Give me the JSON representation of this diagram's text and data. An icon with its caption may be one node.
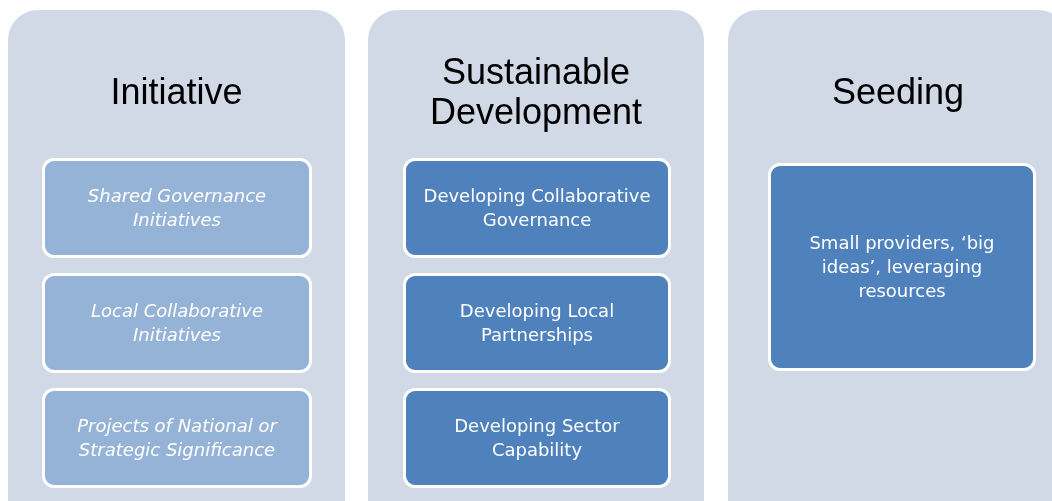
{
  "diagram": {
    "nodes": [
      {
        "text": [
          "Initiative"
        ]
      },
      {
        "text": [
          "Shared Governance Initiatives"
        ],
        "in": 0
      },
      {
        "text": [
          "Local Collaborative Initiatives"
        ],
        "in": 0
      },
      {
        "text": [
          "Projects of National or Strategic Significance"
        ],
        "in": 0
      },
      {
        "text": [
          "Sustainable Development"
        ]
      },
      {
        "text": [
          "Developing Collaborative Governance"
        ],
        "in": 4
      },
      {
        "text": [
          "Developing Local Partnerships"
        ],
        "in": 4
      },
      {
        "text": [
          "Developing Sector Capability"
        ],
        "in": 4
      },
      {
        "text": [
          "Seeding"
        ]
      },
      {
        "text": [
          "Small providers, ‘big ideas’, leveraging resources"
        ],
        "in": 8
      }
    ]
  }
}
